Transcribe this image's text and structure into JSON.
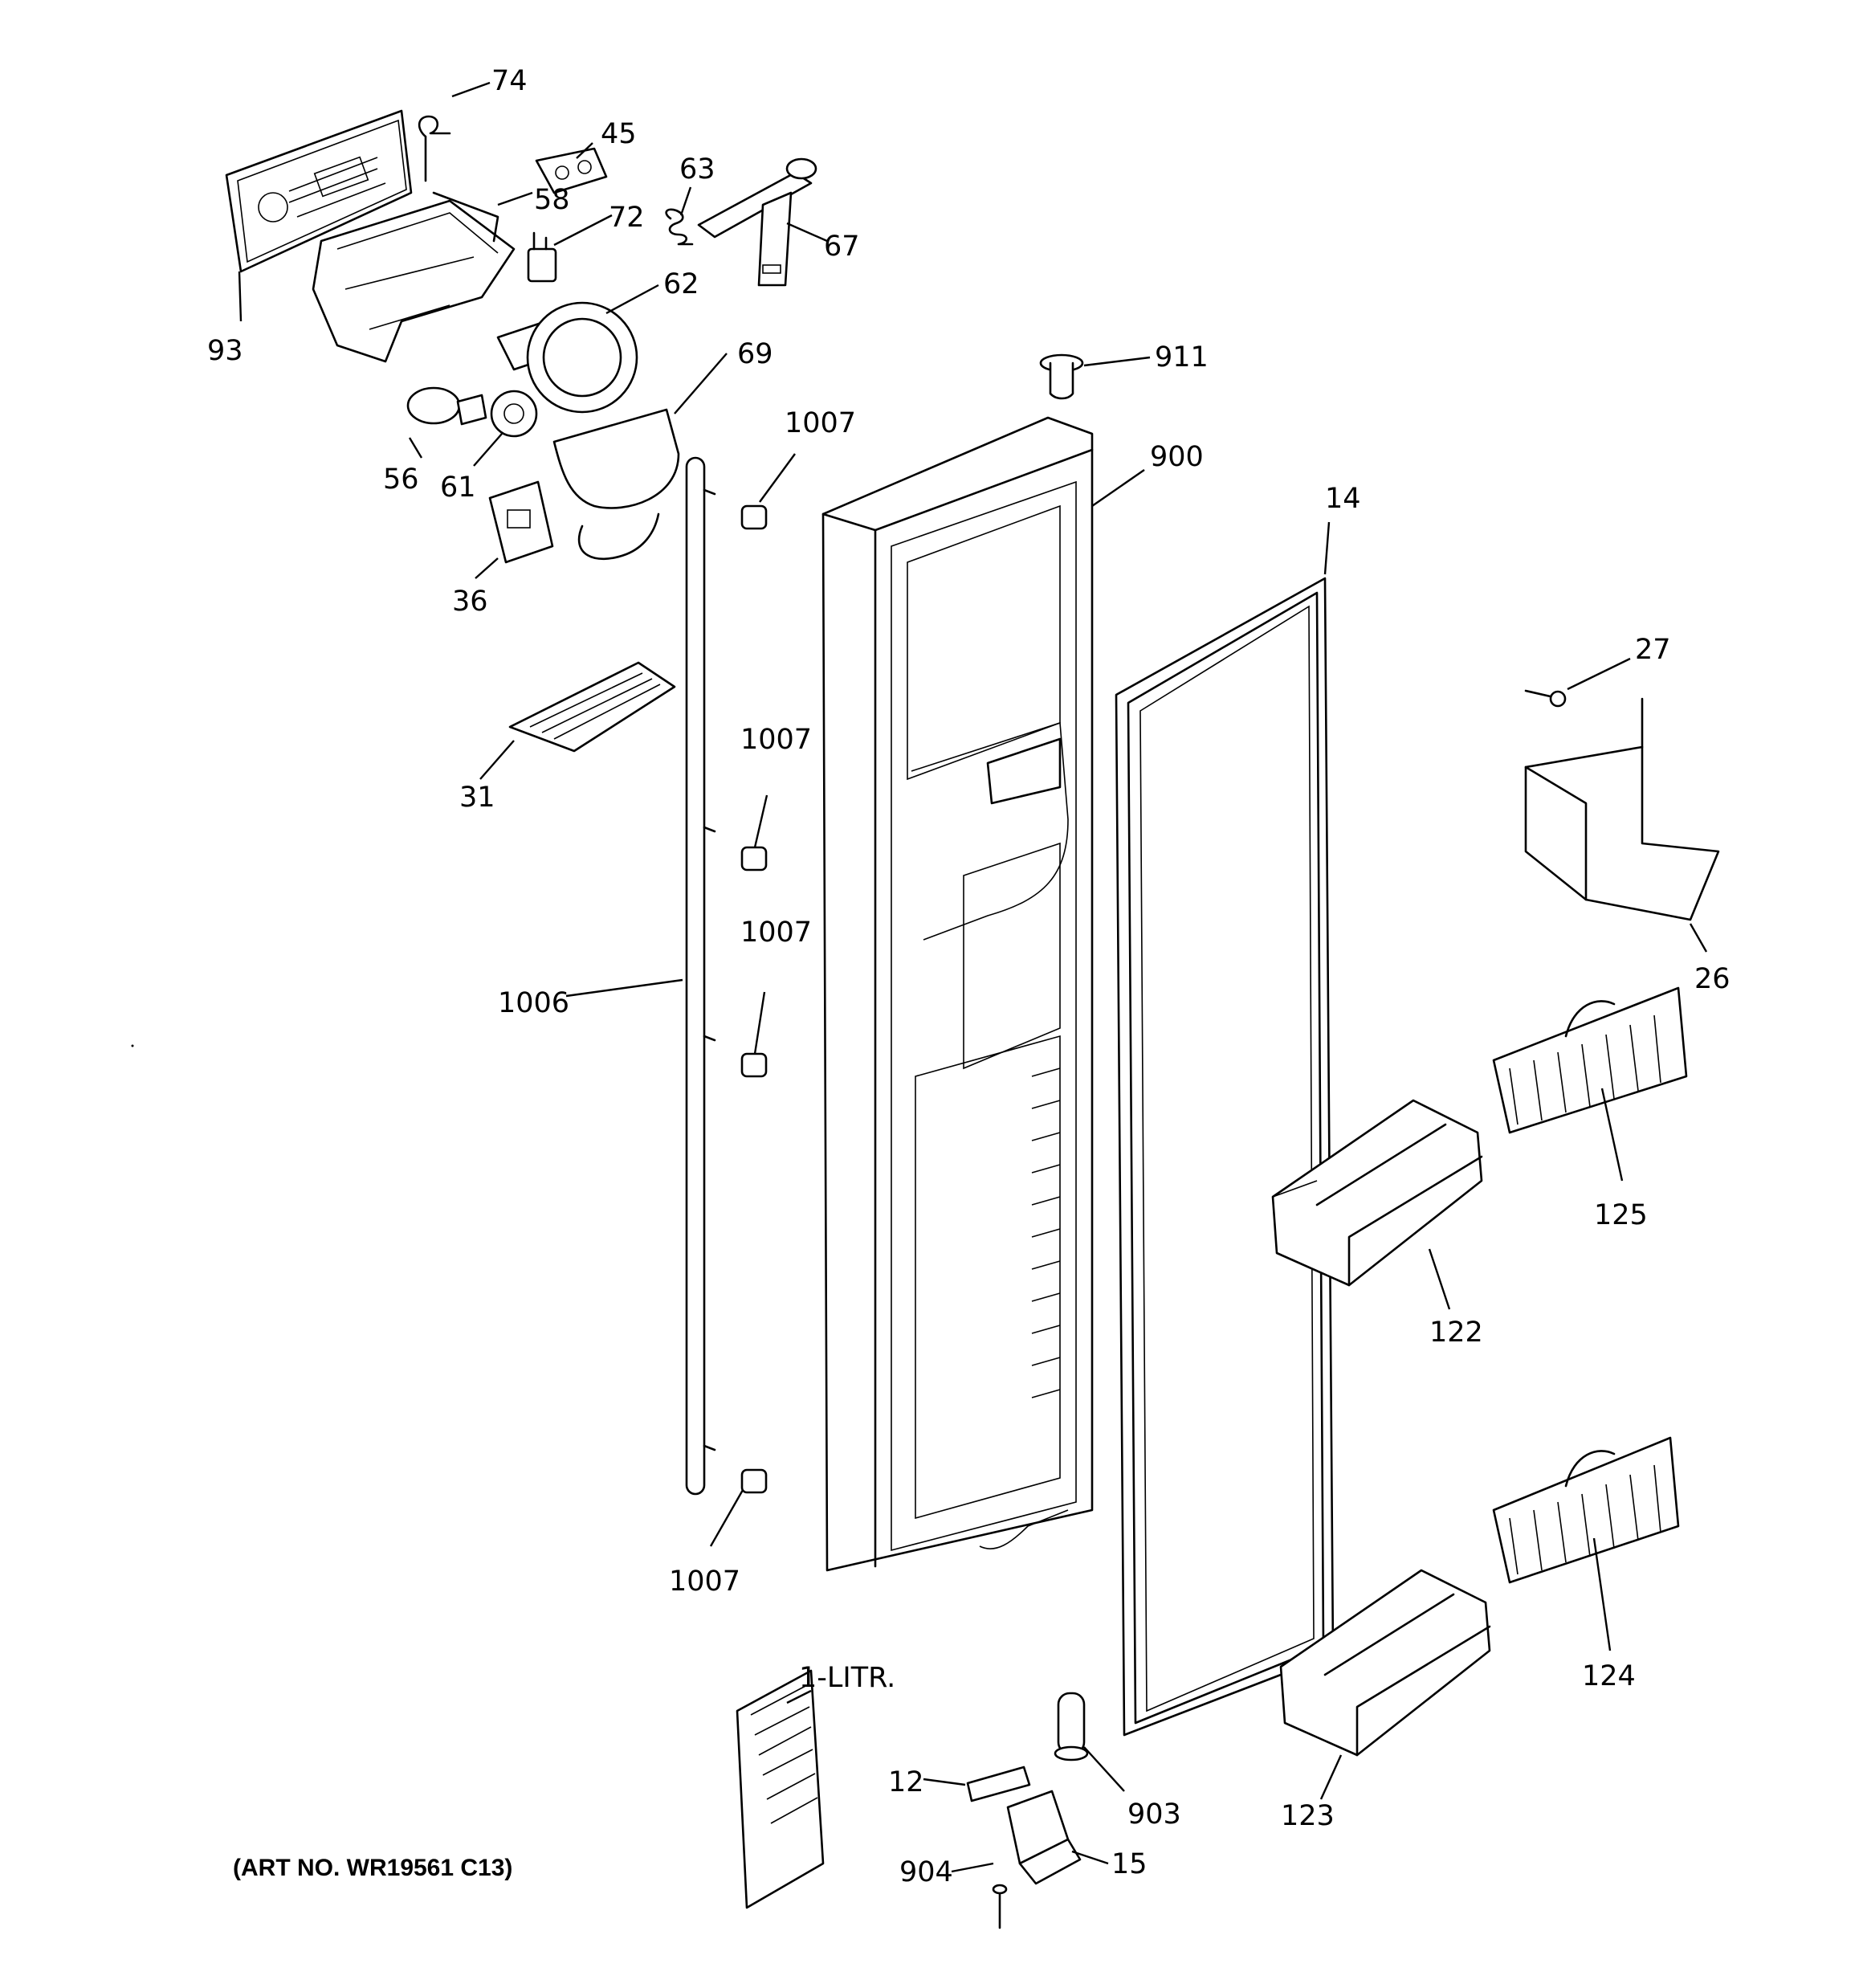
{
  "art_number": "(ART NO. WR19561 C13)",
  "parts": {
    "p74": "74",
    "p45": "45",
    "p58": "58",
    "p63": "63",
    "p72": "72",
    "p67": "67",
    "p62": "62",
    "p93": "93",
    "p69": "69",
    "p911": "911",
    "p56": "56",
    "p61": "61",
    "p1007a": "1007",
    "p900": "900",
    "p36": "36",
    "p14": "14",
    "p27": "27",
    "p31": "31",
    "p1007b": "1007",
    "p26": "26",
    "p1007c": "1007",
    "p1006": "1006",
    "p125": "125",
    "p122": "122",
    "p1007d": "1007",
    "p124": "124",
    "p1litr": "1-LITR.",
    "p12": "12",
    "p903": "903",
    "p123": "123",
    "p15": "15",
    "p904": "904"
  }
}
